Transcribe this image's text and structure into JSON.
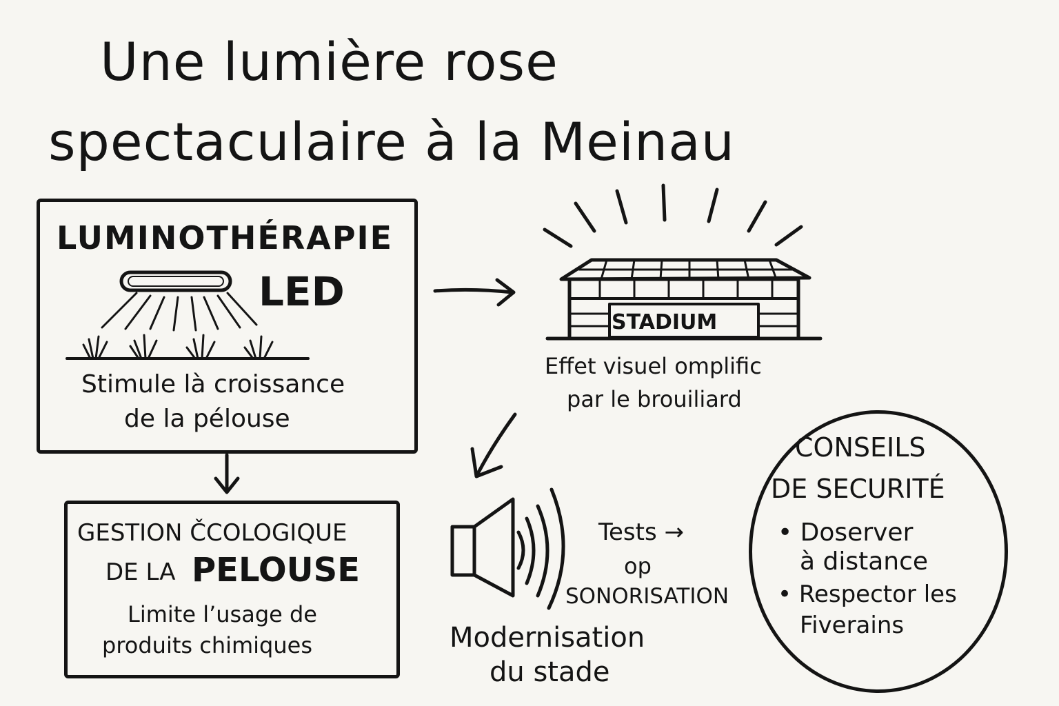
{
  "title": {
    "line1": "Une lumière rose",
    "line2": "spectaculaire à la Meinau"
  },
  "luminotherapie": {
    "heading": "LUMINOTHÉRAPIE",
    "heading_led": "LED",
    "description_line1": "Stimule là croissance",
    "description_line2": "de la pélouse"
  },
  "gestion": {
    "heading_line1": "GESTION ČCOLOGIQUE",
    "heading_line2_prefix": "DE LA",
    "heading_line2_emphasis": "PELOUSE",
    "description_line1": "Limite l’usage de",
    "description_line2": "produits chimiques"
  },
  "stadium": {
    "label": "STADIUM",
    "description_line1": "Effet visuel omplific",
    "description_line2": "par le brouiliard"
  },
  "sonorisation": {
    "tests_line1": "Tests →",
    "tests_line2": "op",
    "tests_line3": "SONORISATION",
    "modernisation_line1": "Modernisation",
    "modernisation_line2": "du stade"
  },
  "conseils": {
    "heading_line1": "CONSEILS",
    "heading_line2": "DE SECURITÉ",
    "bullet1_line1": "• Doserver",
    "bullet1_line2": "à distance",
    "bullet2_line1": "• Respector les",
    "bullet2_line2": "Fiverains"
  },
  "icons": [
    "led-lamp-icon",
    "grass-icon",
    "stadium-icon",
    "speaker-icon",
    "sound-wave-icon",
    "arrow-icon"
  ]
}
